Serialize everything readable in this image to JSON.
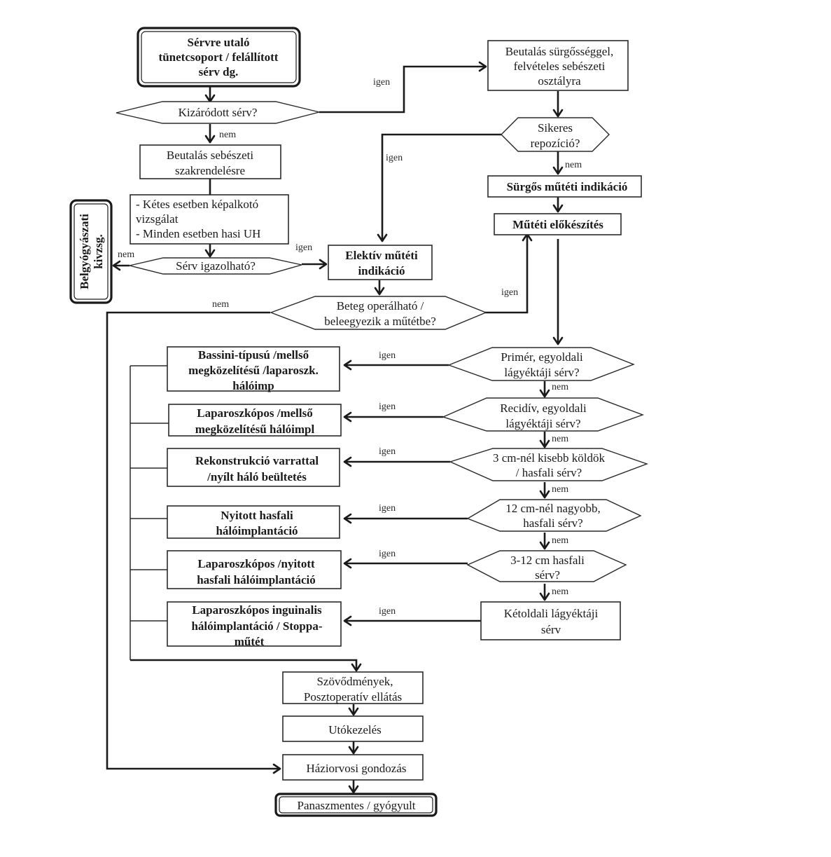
{
  "nodes": {
    "start": [
      "Sérvre utaló",
      "tünetcsoport / felállított",
      "sérv dg."
    ],
    "q_incarcerated": [
      "Kizáródott sérv?"
    ],
    "urgent_referral": [
      "Beutalás sürgősséggel,",
      "felvételes sebészeti",
      "osztályra"
    ],
    "q_reposition": [
      "Sikeres",
      "repozíció?"
    ],
    "urgent_indication": [
      "Sürgős műtéti indikáció"
    ],
    "surgical_prep": [
      "Műtéti előkészítés"
    ],
    "referral_outpatient": [
      "Beutalás sebészeti",
      "szakrendelésre"
    ],
    "imaging": [
      "- Kétes esetben képalkotó",
      "vizsgálat",
      "- Minden esetben hasi UH"
    ],
    "internal_med": [
      "Belgyógyászati",
      "kivzsg."
    ],
    "q_confirmed": [
      "Sérv igazolható?"
    ],
    "elective_indication": [
      "Elektív műtéti",
      "indikáció"
    ],
    "q_operable": [
      "Beteg operálható /",
      "beleegyezik a műtétbe?"
    ],
    "q_primary": [
      "Primér, egyoldali",
      "lágyéktáji sérv?"
    ],
    "q_recidive": [
      "Recidív, egyoldali",
      "lágyéktáji sérv?"
    ],
    "q_small": [
      "3 cm-nél kisebb köldök",
      "/ hasfali sérv?"
    ],
    "q_large": [
      "12 cm-nél nagyobb,",
      "hasfali sérv?"
    ],
    "q_medium": [
      "3-12 cm hasfali",
      "sérv?"
    ],
    "bilateral": [
      "Kétoldali lágyéktáji",
      "sérv"
    ],
    "t_bassini": [
      "Bassini-típusú /mellső",
      "megközelítésű /laparoszk.",
      "hálóimp"
    ],
    "t_lap_front": [
      "Laparoszkópos /mellső",
      "megközelítésű hálóimpl"
    ],
    "t_reconstruction": [
      "Rekonstrukció varrattal",
      "/nyílt háló beültetés"
    ],
    "t_open_mesh": [
      "Nyitott hasfali",
      "hálóimplantáció"
    ],
    "t_lap_open": [
      "Laparoszkópos /nyitott",
      "hasfali hálóimplantáció"
    ],
    "t_lap_inguinal": [
      "Laparoszkópos inguinalis",
      "hálóimplantáció / Stoppa-",
      "műtét"
    ],
    "complications": [
      "Szövődmények,",
      "Posztoperatív ellátás"
    ],
    "aftercare": [
      "Utókezelés"
    ],
    "gp_care": [
      "Háziorvosi gondozás"
    ],
    "end": [
      "Panaszmentes / gyógyult"
    ]
  },
  "edge_labels": {
    "yes": "igen",
    "no": "nem"
  }
}
